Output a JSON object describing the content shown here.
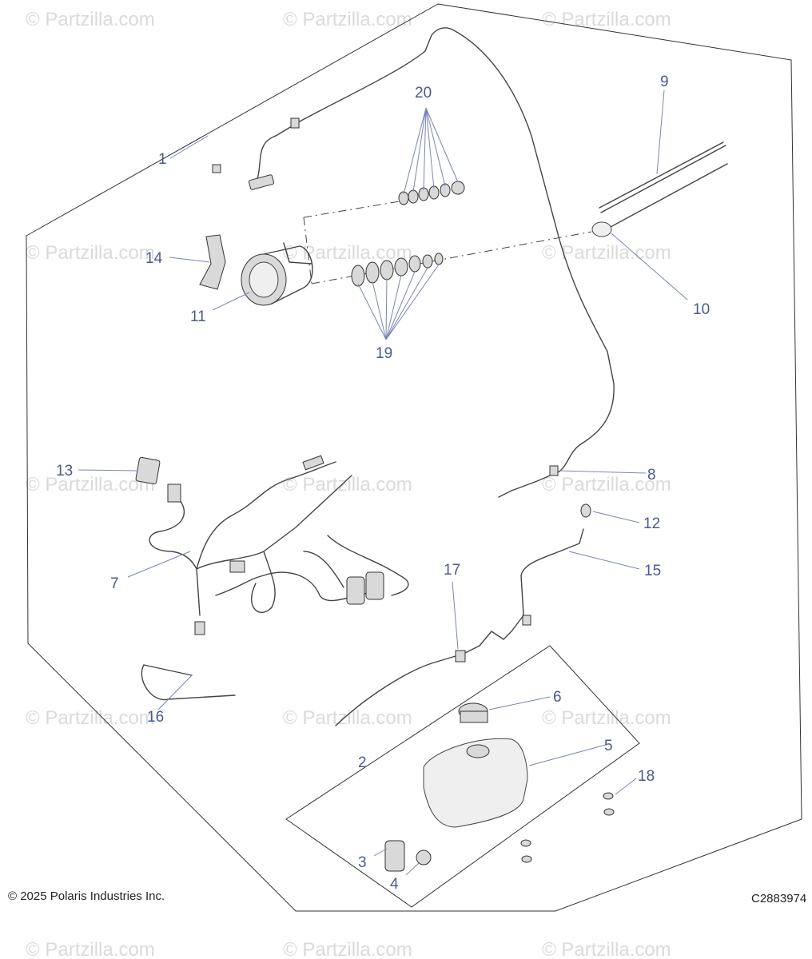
{
  "watermark": "© Partzilla.com",
  "copyright": "© 2025 Polaris Industries Inc.",
  "diagram_code": "C2883974",
  "callouts": {
    "c1": "1",
    "c2": "2",
    "c3": "3",
    "c4": "4",
    "c5": "5",
    "c6": "6",
    "c7": "7",
    "c8": "8",
    "c9": "9",
    "c10": "10",
    "c11": "11",
    "c12": "12",
    "c13": "13",
    "c14": "14",
    "c15": "15",
    "c16": "16",
    "c17": "17",
    "c18": "18",
    "c19": "19",
    "c20": "20"
  },
  "colors": {
    "callout": "#4b5a8c",
    "leader": "#7a86b4",
    "line": "#444444"
  }
}
